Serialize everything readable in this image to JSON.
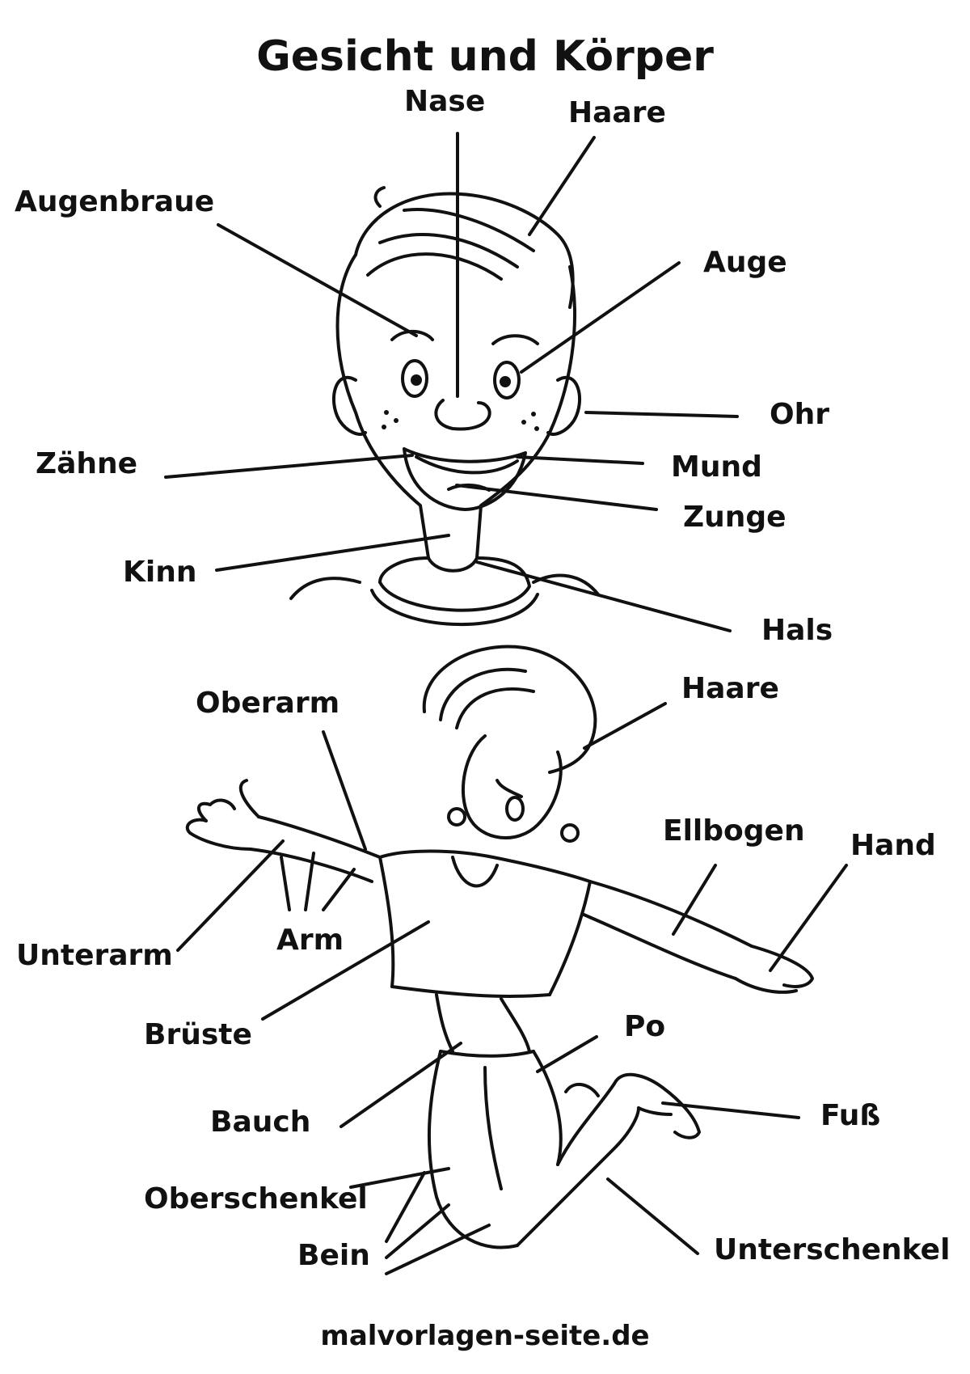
{
  "title": "Gesicht und Körper",
  "footer": "malvorlagen-seite.de",
  "face_labels": {
    "nase": "Nase",
    "haare": "Haare",
    "augenbraue": "Augenbraue",
    "auge": "Auge",
    "ohr": "Ohr",
    "zaehne": "Zähne",
    "mund": "Mund",
    "zunge": "Zunge",
    "kinn": "Kinn",
    "hals": "Hals"
  },
  "body_labels": {
    "oberarm": "Oberarm",
    "haare": "Haare",
    "ellbogen": "Ellbogen",
    "hand": "Hand",
    "unterarm": "Unterarm",
    "arm": "Arm",
    "brueste": "Brüste",
    "po": "Po",
    "bauch": "Bauch",
    "fuss": "Fuß",
    "oberschenkel": "Oberschenkel",
    "bein": "Bein",
    "unterschenkel": "Unterschenkel"
  },
  "colors": {
    "ink": "#111111",
    "paper": "#ffffff"
  }
}
